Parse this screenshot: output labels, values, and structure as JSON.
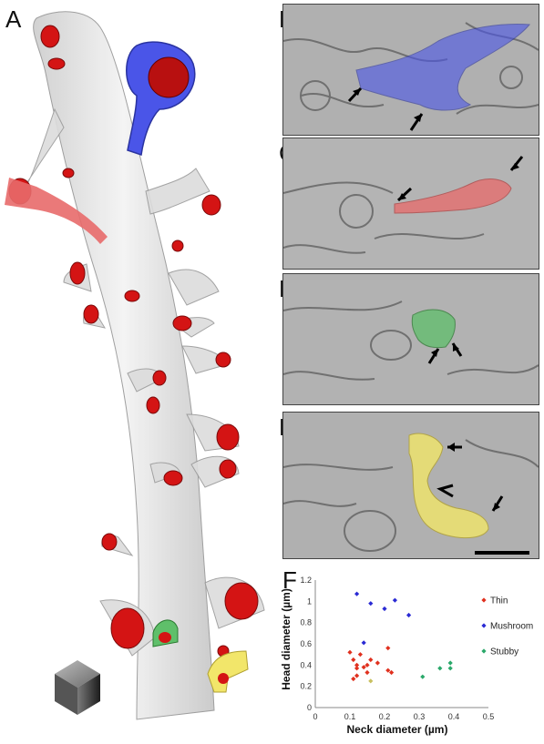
{
  "panels": {
    "a": "A",
    "b": "B",
    "c": "C",
    "d": "D",
    "e": "E",
    "f": "F"
  },
  "colors": {
    "mushroom_spine": "#4a55e8",
    "thin_spine": "#e86a6a",
    "stubby_spine": "#5fbf6a",
    "branched_spine": "#f2e66a",
    "synapse": "#d41414",
    "dendrite": "#e2e2e2"
  },
  "chart_data": {
    "type": "scatter",
    "xlabel": "Neck diameter (µm)",
    "ylabel": "Head diameter (µm)",
    "xlim": [
      0,
      0.5
    ],
    "ylim": [
      0,
      1.2
    ],
    "xticks": [
      "0",
      "0.1",
      "0.2",
      "0.3",
      "0.4",
      "0.5"
    ],
    "yticks": [
      "0",
      "0.2",
      "0.4",
      "0.6",
      "0.8",
      "1",
      "1.2"
    ],
    "legend_position": "right",
    "series": [
      {
        "name": "Thin",
        "color": "#e0301e",
        "points": [
          [
            0.1,
            0.52
          ],
          [
            0.11,
            0.45
          ],
          [
            0.12,
            0.37
          ],
          [
            0.12,
            0.4
          ],
          [
            0.13,
            0.5
          ],
          [
            0.14,
            0.38
          ],
          [
            0.15,
            0.4
          ],
          [
            0.16,
            0.45
          ],
          [
            0.18,
            0.42
          ],
          [
            0.21,
            0.56
          ],
          [
            0.21,
            0.35
          ],
          [
            0.22,
            0.33
          ],
          [
            0.12,
            0.3
          ],
          [
            0.11,
            0.27
          ],
          [
            0.15,
            0.33
          ]
        ]
      },
      {
        "name": "Mushroom",
        "color": "#2a2ad4",
        "points": [
          [
            0.12,
            1.07
          ],
          [
            0.16,
            0.98
          ],
          [
            0.2,
            0.93
          ],
          [
            0.23,
            1.01
          ],
          [
            0.27,
            0.87
          ],
          [
            0.14,
            0.61
          ]
        ]
      },
      {
        "name": "Stubby",
        "color": "#2aa86a",
        "points": [
          [
            0.31,
            0.29
          ],
          [
            0.36,
            0.37
          ],
          [
            0.39,
            0.42
          ],
          [
            0.39,
            0.37
          ]
        ]
      },
      {
        "name": "",
        "color": "#c8c060",
        "points": [
          [
            0.16,
            0.25
          ]
        ]
      }
    ]
  }
}
